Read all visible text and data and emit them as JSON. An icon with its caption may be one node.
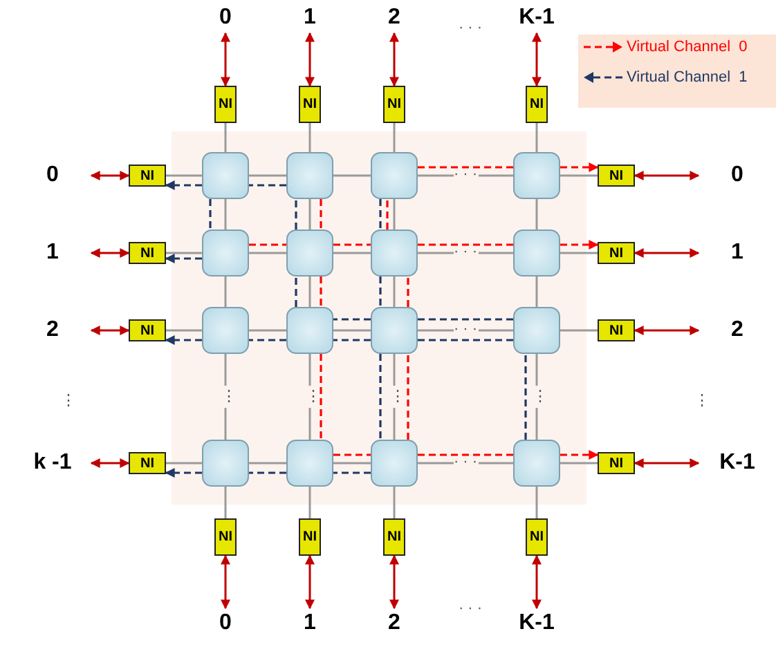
{
  "diagram": {
    "nodes": [
      {
        "text": [
          "0"
        ]
      },
      {
        "text": [
          "1"
        ]
      },
      {
        "text": [
          "2"
        ]
      },
      {
        "text": [
          "K-1"
        ]
      },
      {
        "text": [
          "NI"
        ]
      },
      {
        "text": [
          "NI"
        ]
      },
      {
        "text": [
          "NI"
        ]
      },
      {
        "text": [
          "NI"
        ]
      },
      {
        "text": [
          "0"
        ]
      },
      {
        "text": [
          "NI"
        ]
      },
      {
        "text": [],
        "shape": "box"
      },
      {
        "text": [],
        "shape": "box"
      },
      {
        "text": [],
        "shape": "box"
      },
      {
        "text": [],
        "shape": "box"
      },
      {
        "text": [
          "NI"
        ]
      },
      {
        "text": [
          "0"
        ]
      },
      {
        "text": [
          "1"
        ]
      },
      {
        "text": [
          "NI"
        ]
      },
      {
        "text": [],
        "shape": "box"
      },
      {
        "text": [],
        "shape": "box"
      },
      {
        "text": [],
        "shape": "box"
      },
      {
        "text": [],
        "shape": "box"
      },
      {
        "text": [
          "NI"
        ]
      },
      {
        "text": [
          "1"
        ]
      },
      {
        "text": [
          "2"
        ]
      },
      {
        "text": [
          "NI"
        ]
      },
      {
        "text": [],
        "shape": "box"
      },
      {
        "text": [],
        "shape": "box"
      },
      {
        "text": [],
        "shape": "box"
      },
      {
        "text": [],
        "shape": "box"
      },
      {
        "text": [
          "NI"
        ]
      },
      {
        "text": [
          "2"
        ]
      },
      {
        "text": [
          "k -1"
        ]
      },
      {
        "text": [
          "NI"
        ]
      },
      {
        "text": [],
        "shape": "box"
      },
      {
        "text": [],
        "shape": "box"
      },
      {
        "text": [],
        "shape": "box"
      },
      {
        "text": [],
        "shape": "box"
      },
      {
        "text": [
          "NI"
        ]
      },
      {
        "text": [
          "K-1"
        ]
      },
      {
        "text": [
          "NI"
        ]
      },
      {
        "text": [
          "NI"
        ]
      },
      {
        "text": [
          "NI"
        ]
      },
      {
        "text": [
          "NI"
        ]
      },
      {
        "text": [
          "0"
        ]
      },
      {
        "text": [
          "1"
        ]
      },
      {
        "text": [
          "2"
        ]
      },
      {
        "text": [
          "K-1"
        ]
      }
    ],
    "edges": [
      {
        "from": 0,
        "to": 4,
        "arrow": "both",
        "color": "#c00000"
      },
      {
        "from": 1,
        "to": 5,
        "arrow": "both",
        "color": "#c00000"
      },
      {
        "from": 2,
        "to": 6,
        "arrow": "both",
        "color": "#c00000"
      },
      {
        "from": 3,
        "to": 7,
        "arrow": "both",
        "color": "#c00000"
      },
      {
        "from": 4,
        "to": 10,
        "arrow": "none"
      },
      {
        "from": 5,
        "to": 11,
        "arrow": "none"
      },
      {
        "from": 6,
        "to": 12,
        "arrow": "none"
      },
      {
        "from": 7,
        "to": 13,
        "arrow": "none"
      },
      {
        "from": 8,
        "to": 9,
        "arrow": "both",
        "color": "#c00000"
      },
      {
        "from": 9,
        "to": 10,
        "arrow": "none"
      },
      {
        "from": 10,
        "to": 11,
        "arrow": "none"
      },
      {
        "from": 11,
        "to": 12,
        "arrow": "none"
      },
      {
        "from": 12,
        "to": 13,
        "arrow": "none",
        "label": "· · ·"
      },
      {
        "from": 13,
        "to": 14,
        "arrow": "none"
      },
      {
        "from": 14,
        "to": 15,
        "arrow": "both",
        "color": "#c00000"
      },
      {
        "from": 16,
        "to": 17,
        "arrow": "both",
        "color": "#c00000"
      },
      {
        "from": 17,
        "to": 18,
        "arrow": "none"
      },
      {
        "from": 18,
        "to": 19,
        "arrow": "none"
      },
      {
        "from": 19,
        "to": 20,
        "arrow": "none"
      },
      {
        "from": 20,
        "to": 21,
        "arrow": "none",
        "label": "· · ·"
      },
      {
        "from": 21,
        "to": 22,
        "arrow": "none"
      },
      {
        "from": 22,
        "to": 23,
        "arrow": "both",
        "color": "#c00000"
      },
      {
        "from": 24,
        "to": 25,
        "arrow": "both",
        "color": "#c00000"
      },
      {
        "from": 25,
        "to": 26,
        "arrow": "none"
      },
      {
        "from": 26,
        "to": 27,
        "arrow": "none"
      },
      {
        "from": 27,
        "to": 28,
        "arrow": "none"
      },
      {
        "from": 28,
        "to": 29,
        "arrow": "none",
        "label": "· · ·"
      },
      {
        "from": 29,
        "to": 30,
        "arrow": "none"
      },
      {
        "from": 30,
        "to": 31,
        "arrow": "both",
        "color": "#c00000"
      },
      {
        "from": 32,
        "to": 33,
        "arrow": "both",
        "color": "#c00000"
      },
      {
        "from": 33,
        "to": 34,
        "arrow": "none"
      },
      {
        "from": 34,
        "to": 35,
        "arrow": "none"
      },
      {
        "from": 35,
        "to": 36,
        "arrow": "none"
      },
      {
        "from": 36,
        "to": 37,
        "arrow": "none",
        "label": "· · ·"
      },
      {
        "from": 37,
        "to": 38,
        "arrow": "none"
      },
      {
        "from": 38,
        "to": 39,
        "arrow": "both",
        "color": "#c00000"
      },
      {
        "from": 10,
        "to": 18,
        "arrow": "none"
      },
      {
        "from": 18,
        "to": 26,
        "arrow": "none"
      },
      {
        "from": 26,
        "to": 34,
        "arrow": "none",
        "label": "⋮"
      },
      {
        "from": 11,
        "to": 19,
        "arrow": "none"
      },
      {
        "from": 19,
        "to": 27,
        "arrow": "none"
      },
      {
        "from": 27,
        "to": 35,
        "arrow": "none",
        "label": "⋮"
      },
      {
        "from": 12,
        "to": 20,
        "arrow": "none"
      },
      {
        "from": 20,
        "to": 28,
        "arrow": "none"
      },
      {
        "from": 28,
        "to": 36,
        "arrow": "none",
        "label": "⋮"
      },
      {
        "from": 13,
        "to": 21,
        "arrow": "none"
      },
      {
        "from": 21,
        "to": 29,
        "arrow": "none"
      },
      {
        "from": 29,
        "to": 37,
        "arrow": "none",
        "label": "⋮"
      },
      {
        "from": 34,
        "to": 40,
        "arrow": "none"
      },
      {
        "from": 40,
        "to": 44,
        "arrow": "both",
        "color": "#c00000"
      },
      {
        "from": 35,
        "to": 41,
        "arrow": "none"
      },
      {
        "from": 41,
        "to": 45,
        "arrow": "both",
        "color": "#c00000"
      },
      {
        "from": 36,
        "to": 42,
        "arrow": "none"
      },
      {
        "from": 42,
        "to": 46,
        "arrow": "both",
        "color": "#c00000"
      },
      {
        "from": 37,
        "to": 43,
        "arrow": "none"
      },
      {
        "from": 43,
        "to": 47,
        "arrow": "both",
        "color": "#c00000"
      },
      {
        "from": 11,
        "to": 19,
        "arrow": "none",
        "style": "dashed",
        "color": "#ff0000"
      },
      {
        "from": 19,
        "to": 27,
        "arrow": "none",
        "style": "dashed",
        "color": "#ff0000"
      },
      {
        "from": 27,
        "to": 35,
        "arrow": "none",
        "style": "dashed",
        "color": "#ff0000"
      },
      {
        "from": 35,
        "to": 36,
        "arrow": "none",
        "style": "dashed",
        "color": "#ff0000"
      },
      {
        "from": 36,
        "to": 37,
        "arrow": "none",
        "style": "dashed",
        "color": "#ff0000"
      },
      {
        "from": 37,
        "to": 38,
        "arrow": "to",
        "style": "dashed",
        "color": "#ff0000"
      },
      {
        "from": 36,
        "to": 28,
        "arrow": "none",
        "style": "dashed",
        "color": "#ff0000"
      },
      {
        "from": 28,
        "to": 20,
        "arrow": "none",
        "style": "dashed",
        "color": "#ff0000"
      },
      {
        "from": 20,
        "to": 21,
        "arrow": "none",
        "style": "dashed",
        "color": "#ff0000"
      },
      {
        "from": 21,
        "to": 22,
        "arrow": "to",
        "style": "dashed",
        "color": "#ff0000"
      },
      {
        "from": 18,
        "to": 19,
        "arrow": "none",
        "style": "dashed",
        "color": "#ff0000"
      },
      {
        "from": 19,
        "to": 20,
        "arrow": "none",
        "style": "dashed",
        "color": "#ff0000"
      },
      {
        "from": 20,
        "to": 12,
        "arrow": "none",
        "style": "dashed",
        "color": "#ff0000"
      },
      {
        "from": 12,
        "to": 13,
        "arrow": "none",
        "style": "dashed",
        "color": "#ff0000"
      },
      {
        "from": 13,
        "to": 14,
        "arrow": "to",
        "style": "dashed",
        "color": "#ff0000"
      },
      {
        "from": 10,
        "to": 18,
        "arrow": "none",
        "style": "dashed",
        "color": "#1f3864"
      },
      {
        "from": 18,
        "to": 17,
        "arrow": "to",
        "style": "dashed",
        "color": "#1f3864"
      },
      {
        "from": 12,
        "to": 20,
        "arrow": "none",
        "style": "dashed",
        "color": "#1f3864"
      },
      {
        "from": 20,
        "to": 28,
        "arrow": "none",
        "style": "dashed",
        "color": "#1f3864"
      },
      {
        "from": 28,
        "to": 36,
        "arrow": "none",
        "style": "dashed",
        "color": "#1f3864"
      },
      {
        "from": 36,
        "to": 35,
        "arrow": "none",
        "style": "dashed",
        "color": "#1f3864"
      },
      {
        "from": 35,
        "to": 34,
        "arrow": "none",
        "style": "dashed",
        "color": "#1f3864"
      },
      {
        "from": 34,
        "to": 33,
        "arrow": "to",
        "style": "dashed",
        "color": "#1f3864"
      },
      {
        "from": 29,
        "to": 28,
        "arrow": "none",
        "style": "dashed",
        "color": "#1f3864"
      },
      {
        "from": 28,
        "to": 27,
        "arrow": "none",
        "style": "dashed",
        "color": "#1f3864"
      },
      {
        "from": 27,
        "to": 19,
        "arrow": "none",
        "style": "dashed",
        "color": "#1f3864"
      },
      {
        "from": 19,
        "to": 11,
        "arrow": "none",
        "style": "dashed",
        "color": "#1f3864"
      },
      {
        "from": 11,
        "to": 10,
        "arrow": "none",
        "style": "dashed",
        "color": "#1f3864"
      },
      {
        "from": 10,
        "to": 9,
        "arrow": "to",
        "style": "dashed",
        "color": "#1f3864"
      },
      {
        "from": 37,
        "to": 29,
        "arrow": "none",
        "style": "dashed",
        "color": "#1f3864"
      },
      {
        "from": 29,
        "to": 28,
        "arrow": "none",
        "style": "dashed",
        "color": "#1f3864"
      },
      {
        "from": 28,
        "to": 27,
        "arrow": "none",
        "style": "dashed",
        "color": "#1f3864"
      },
      {
        "from": 27,
        "to": 26,
        "arrow": "none",
        "style": "dashed",
        "color": "#1f3864"
      },
      {
        "from": 26,
        "to": 25,
        "arrow": "to",
        "style": "dashed",
        "color": "#1f3864"
      }
    ],
    "labels": [
      "· · ·",
      "⋮",
      "⋮",
      "· · ·"
    ],
    "legend": [
      {
        "text": "Virtual Channel  0"
      },
      {
        "text": "Virtual Channel  1"
      }
    ]
  }
}
